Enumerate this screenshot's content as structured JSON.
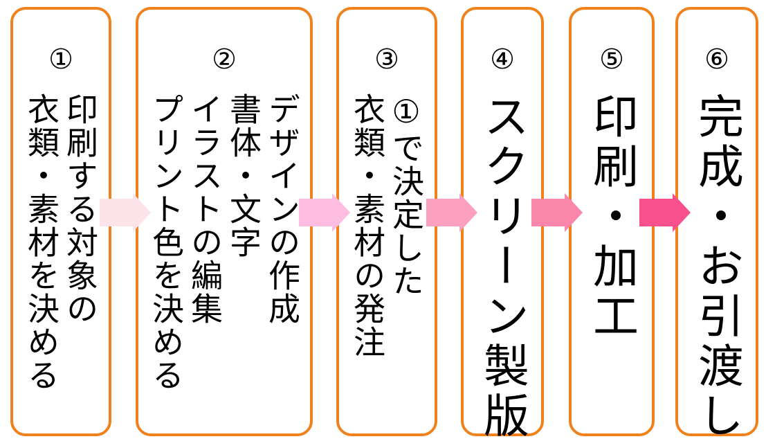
{
  "steps": [
    {
      "number": "①",
      "text": "印刷する対象の\n衣類・素材を決める"
    },
    {
      "number": "②",
      "text": "デザインの作成\n書体・文字\nイラストの編集\nプリント色を決める"
    },
    {
      "number": "③",
      "text": "①で決定した\n衣類・素材の発注"
    },
    {
      "number": "④",
      "text": "スクリーン製版"
    },
    {
      "number": "⑤",
      "text": "印刷・加工"
    },
    {
      "number": "⑥",
      "text": "完成・お引渡し"
    }
  ],
  "colors": {
    "border": "#f0821e",
    "arrows": [
      "#fde3ea",
      "#fcbde0",
      "#fba0bf",
      "#fa86ab",
      "#f8508c"
    ]
  }
}
